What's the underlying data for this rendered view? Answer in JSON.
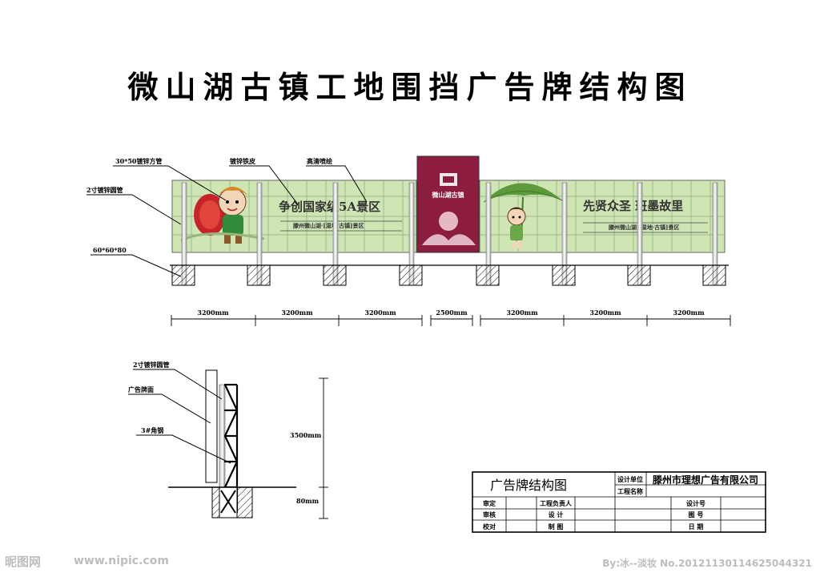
{
  "title": "微山湖古镇工地围挡广告牌结构图",
  "front_view": {
    "callouts": {
      "square_tube": "30*50镀锌方管",
      "iron_sheet": "镀锌铁皮",
      "hd_print": "高清喷绘",
      "round_pipe": "2寸镀锌圆管",
      "foundation": "60*60*80"
    },
    "left_panel": {
      "slogan": "争创国家级5A景区",
      "subtitle": "滕州微山湖·[湿地·古镇]景区"
    },
    "center_panel": {
      "name": "微山湖古镇"
    },
    "right_panel": {
      "slogan": "先贤众圣 班墨故里",
      "subtitle": "滕州微山湖·[湿地·古镇]景区"
    },
    "dimensions": [
      "3200mm",
      "3200mm",
      "3200mm",
      "2500mm",
      "3200mm",
      "3200mm",
      "3200mm"
    ]
  },
  "side_view": {
    "callouts": {
      "round_pipe": "2寸镀锌圆管",
      "panel_face": "广告牌面",
      "angle_steel": "3#角钢"
    },
    "height_dim": "3500mm",
    "base_dim": "80mm"
  },
  "title_block": {
    "drawing_name": "广告牌结构图",
    "design_unit_label": "设计单位",
    "design_unit_value": "滕州市理想广告有限公司",
    "project_name_label": "工程名称",
    "review_label": "审定",
    "project_lead_label": "工程负责人",
    "check_label": "审核",
    "design_label": "设  计",
    "design_no_label": "设计号",
    "proof_label": "校对",
    "draft_label": "制  图",
    "drawing_no_label": "图  号",
    "date_label": "日  期"
  },
  "watermarks": {
    "logo": "昵图网",
    "site": "www.nipic.com",
    "credit": "By:冰--淡妆  No.20121130114625044321"
  },
  "colors": {
    "panel_green": "#cfe6b4",
    "center_maroon": "#8d1d3e",
    "line": "#000000",
    "watermark": "#bdbdbd"
  }
}
